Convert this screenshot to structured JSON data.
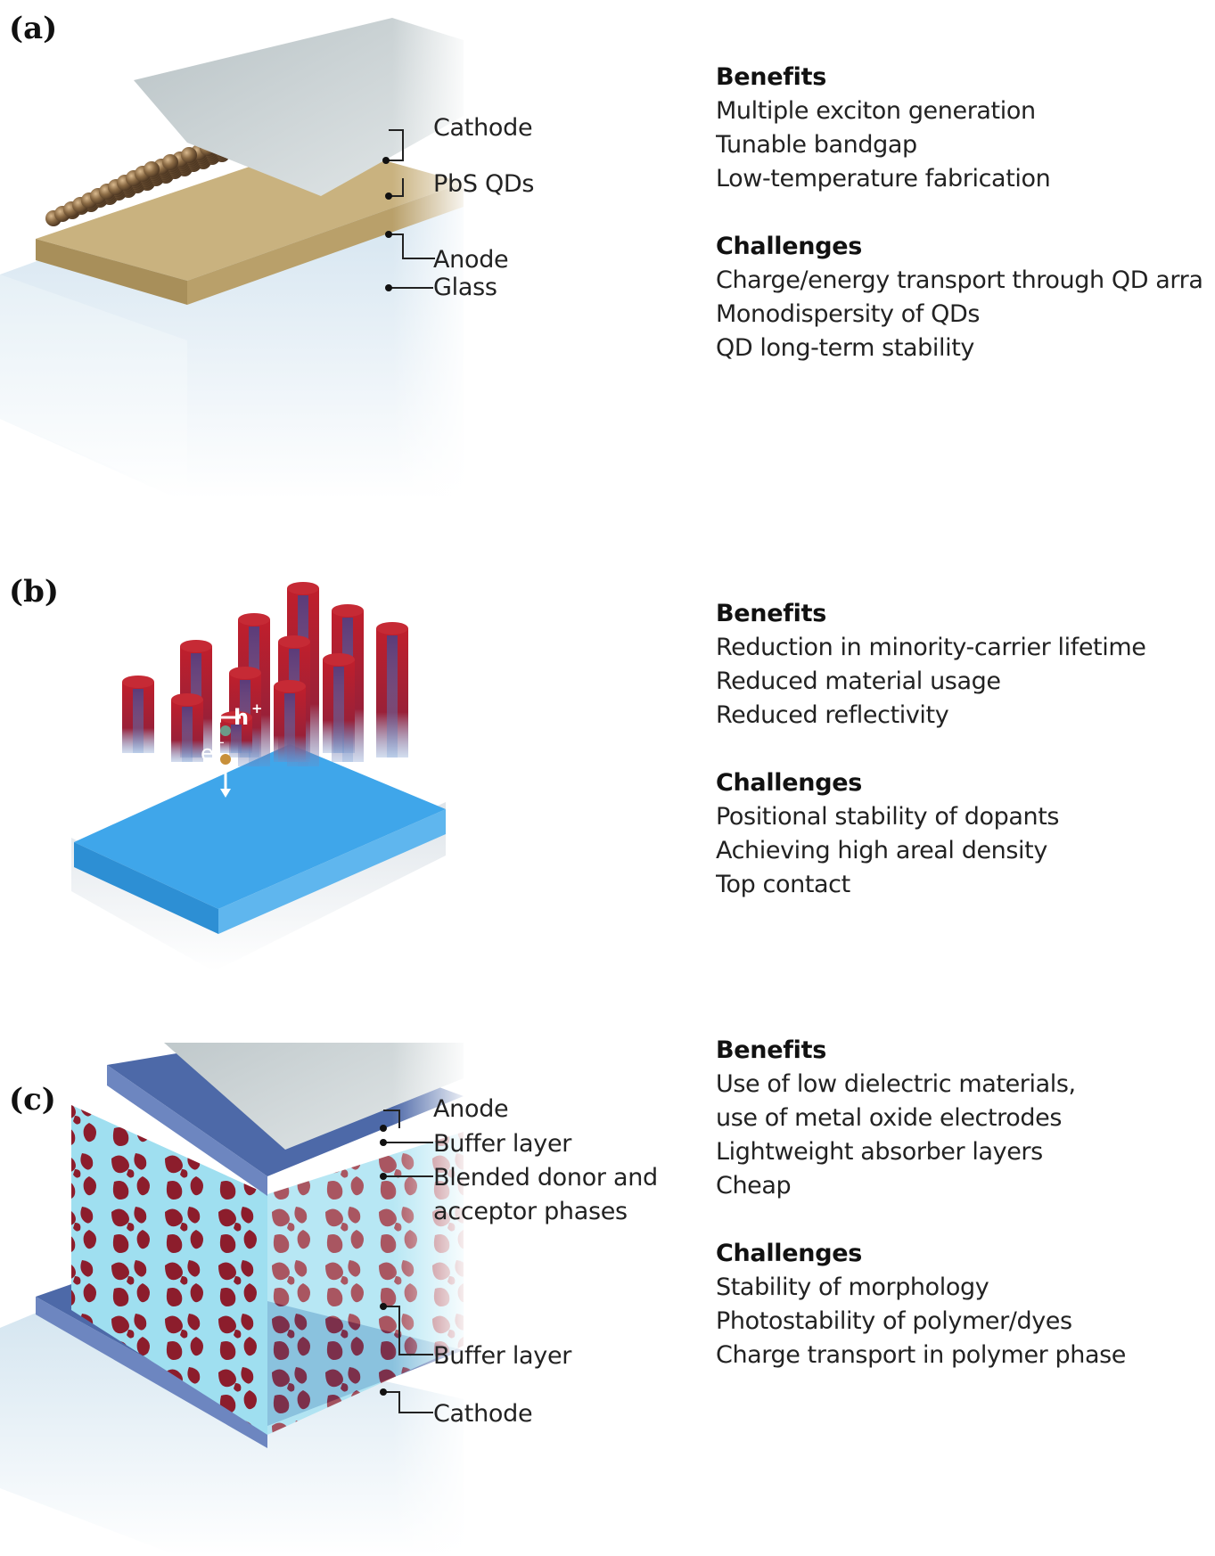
{
  "panels": [
    {
      "letter": "(a)",
      "labels": [
        "Cathode",
        "PbS QDs",
        "Anode",
        "Glass"
      ],
      "benefits_title": "Benefits",
      "benefits": [
        "Multiple exciton generation",
        "Tunable bandgap",
        "Low-temperature fabrication"
      ],
      "challenges_title": "Challenges",
      "challenges": [
        "Charge/energy transport through QD arra",
        "Monodispersity of QDs",
        "QD long-term stability"
      ]
    },
    {
      "letter": "(b)",
      "labels": [
        "h",
        "+",
        "e",
        "−"
      ],
      "benefits_title": "Benefits",
      "benefits": [
        "Reduction in minority-carrier lifetime",
        "Reduced material usage",
        "Reduced reflectivity"
      ],
      "challenges_title": "Challenges",
      "challenges": [
        "Positional stability of dopants",
        "Achieving high areal density",
        "Top contact"
      ]
    },
    {
      "letter": "(c)",
      "labels": [
        "Anode",
        "Buffer layer",
        "Blended donor and",
        "acceptor phases",
        "Buffer layer",
        "Cathode"
      ],
      "benefits_title": "Benefits",
      "benefits": [
        "Use of low dielectric materials,",
        "use of metal oxide electrodes",
        "Lightweight absorber layers",
        "Cheap"
      ],
      "challenges_title": "Challenges",
      "challenges": [
        "Stability of morphology",
        "Photostability of polymer/dyes",
        "Charge transport in polymer phase"
      ]
    }
  ],
  "colors": {
    "glass": "#d8e8f2",
    "anode_gold": "#c6ad78",
    "qd_dot": "#7a5a36",
    "cathode_gray": "#c9d2d4",
    "nanowire_red": "#b81e2a",
    "nanowire_core": "#5a3a78",
    "substrate_blue": "#3aa3e6",
    "buffer_blue": "#4e6aa8",
    "donor_red": "#8c1d2c",
    "acceptor_cyan": "#9fdff0"
  }
}
